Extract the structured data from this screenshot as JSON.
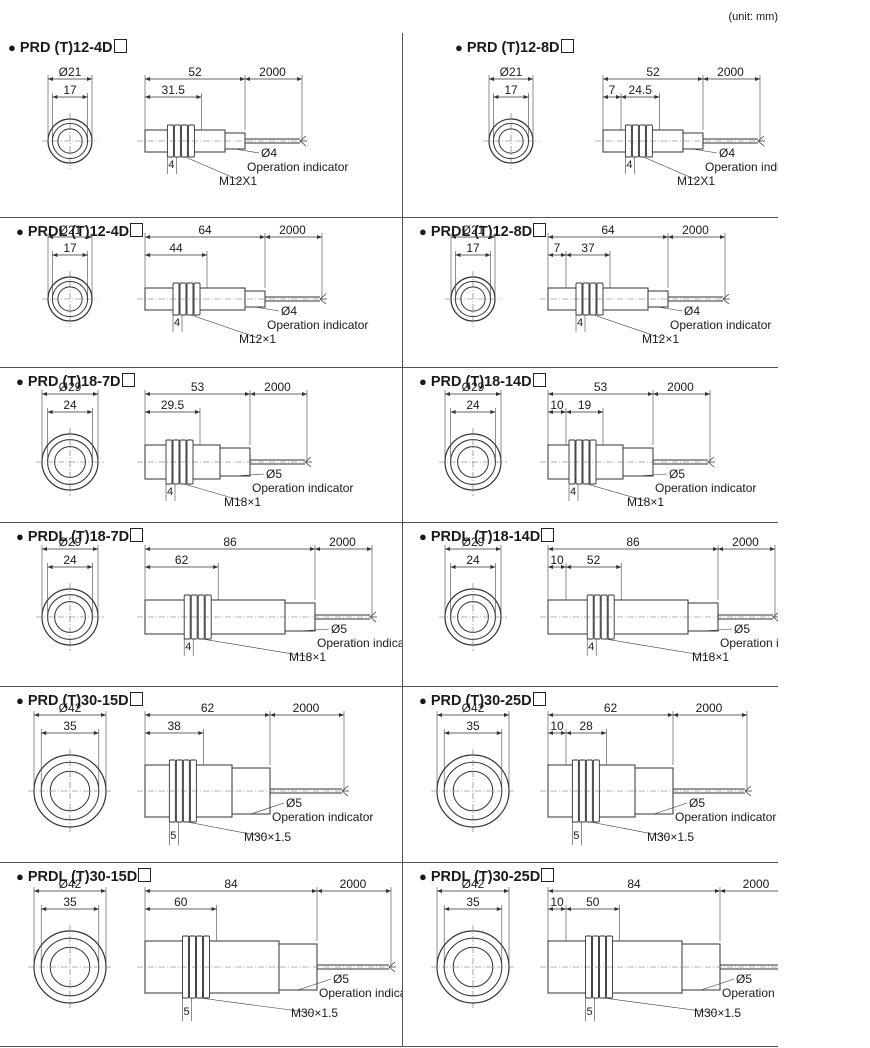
{
  "unit_label": "(unit: mm)",
  "models": [
    {
      "name": "PRD (T)12-4D",
      "dia_outer": "Ø21",
      "dia_inner": "17",
      "total": "52",
      "thread_len": "31.5",
      "offset": "",
      "cable_len": "2000",
      "cable_dia": "Ø4",
      "indicator": "Operation indicator",
      "thread": "M12X1",
      "nut": "4"
    },
    {
      "name": "PRD (T)12-8D",
      "dia_outer": "Ø21",
      "dia_inner": "17",
      "total": "52",
      "thread_len": "24.5",
      "offset": "7",
      "cable_len": "2000",
      "cable_dia": "Ø4",
      "indicator": "Operation indicator",
      "thread": "M12X1",
      "nut": "4"
    },
    {
      "name": "PRDL (T)12-4D",
      "dia_outer": "Ø21",
      "dia_inner": "17",
      "total": "64",
      "thread_len": "44",
      "offset": "",
      "cable_len": "2000",
      "cable_dia": "Ø4",
      "indicator": "Operation indicator",
      "thread": "M12×1",
      "nut": "4"
    },
    {
      "name": "PRDL (T)12-8D",
      "dia_outer": "Ø21",
      "dia_inner": "17",
      "total": "64",
      "thread_len": "37",
      "offset": "7",
      "cable_len": "2000",
      "cable_dia": "Ø4",
      "indicator": "Operation indicator",
      "thread": "M12×1",
      "nut": "4"
    },
    {
      "name": "PRD (T)18-7D",
      "dia_outer": "Ø29",
      "dia_inner": "24",
      "total": "53",
      "thread_len": "29.5",
      "offset": "",
      "cable_len": "2000",
      "cable_dia": "Ø5",
      "indicator": "Operation indicator",
      "thread": "M18×1",
      "nut": "4"
    },
    {
      "name": "PRD (T)18-14D",
      "dia_outer": "Ø29",
      "dia_inner": "24",
      "total": "53",
      "thread_len": "19",
      "offset": "10",
      "cable_len": "2000",
      "cable_dia": "Ø5",
      "indicator": "Operation indicator",
      "thread": "M18×1",
      "nut": "4"
    },
    {
      "name": "PRDL (T)18-7D",
      "dia_outer": "Ø29",
      "dia_inner": "24",
      "total": "86",
      "thread_len": "62",
      "offset": "",
      "cable_len": "2000",
      "cable_dia": "Ø5",
      "indicator": "Operation indicator",
      "thread": "M18×1",
      "nut": "4"
    },
    {
      "name": "PRDL (T)18-14D",
      "dia_outer": "Ø29",
      "dia_inner": "24",
      "total": "86",
      "thread_len": "52",
      "offset": "10",
      "cable_len": "2000",
      "cable_dia": "Ø5",
      "indicator": "Operation indicator",
      "thread": "M18×1",
      "nut": "4"
    },
    {
      "name": "PRD (T)30-15D",
      "dia_outer": "Ø42",
      "dia_inner": "35",
      "total": "62",
      "thread_len": "38",
      "offset": "",
      "cable_len": "2000",
      "cable_dia": "Ø5",
      "indicator": "Operation indicator",
      "thread": "M30×1.5",
      "nut": "5"
    },
    {
      "name": "PRD (T)30-25D",
      "dia_outer": "Ø42",
      "dia_inner": "35",
      "total": "62",
      "thread_len": "28",
      "offset": "10",
      "cable_len": "2000",
      "cable_dia": "Ø5",
      "indicator": "Operation indicator",
      "thread": "M30×1.5",
      "nut": "5"
    },
    {
      "name": "PRDL (T)30-15D",
      "dia_outer": "Ø42",
      "dia_inner": "35",
      "total": "84",
      "thread_len": "60",
      "offset": "",
      "cable_len": "2000",
      "cable_dia": "Ø5",
      "indicator": "Operation indicator",
      "thread": "M30×1.5",
      "nut": "5"
    },
    {
      "name": "PRDL (T)30-25D",
      "dia_outer": "Ø42",
      "dia_inner": "35",
      "total": "84",
      "thread_len": "50",
      "offset": "10",
      "cable_len": "2000",
      "cable_dia": "Ø5",
      "indicator": "Operation indicator",
      "thread": "M30×1.5",
      "nut": "5"
    }
  ]
}
